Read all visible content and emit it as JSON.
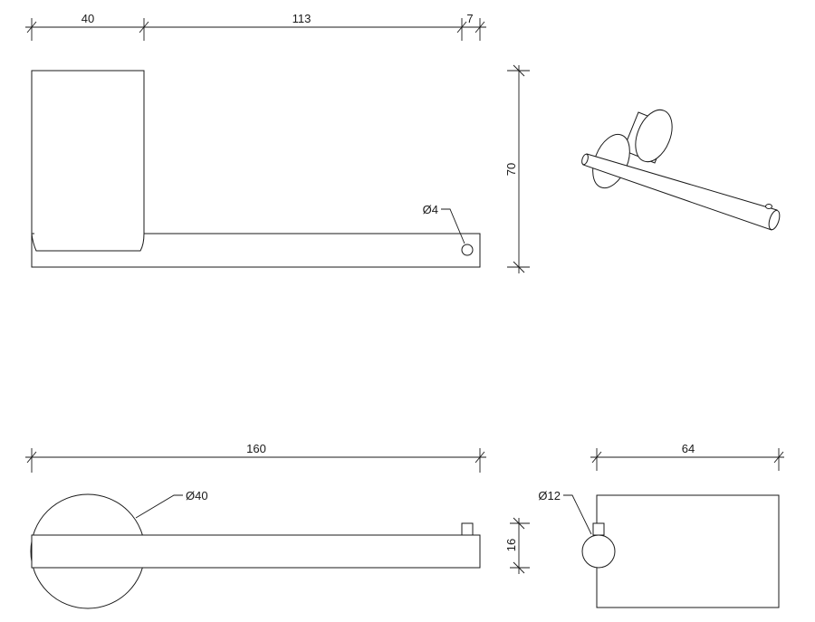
{
  "dimensions": {
    "top_width_left": "40",
    "top_width_mid": "113",
    "top_width_right": "7",
    "front_height": "70",
    "hole_diameter": "Ø4",
    "plan_length": "160",
    "base_diameter": "Ø40",
    "arm_thickness": "16",
    "side_width": "64",
    "arm_diameter": "Ø12"
  },
  "colors": {
    "line": "#1a1a1a",
    "background": "#ffffff"
  }
}
